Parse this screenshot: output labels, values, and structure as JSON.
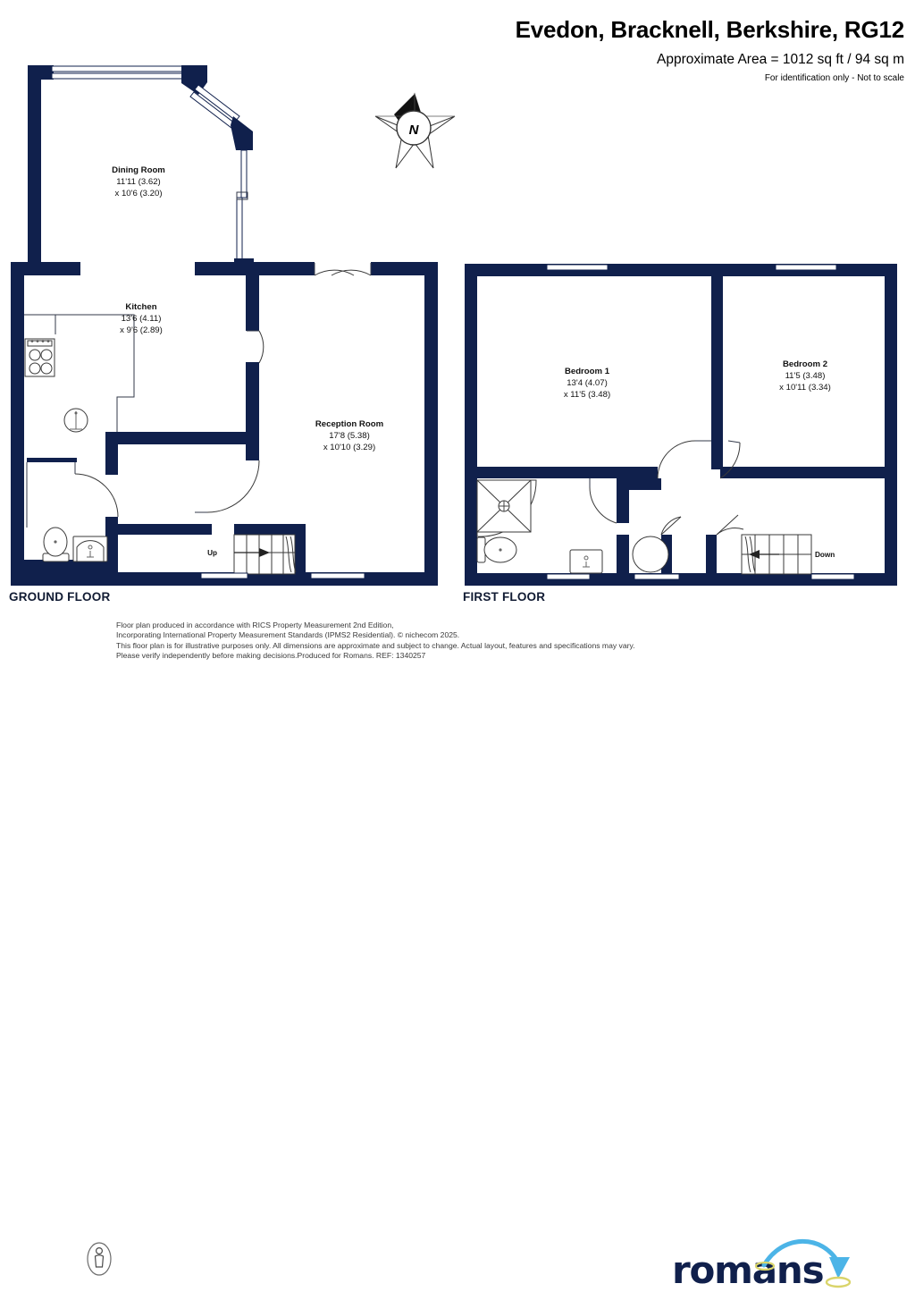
{
  "header": {
    "title": "Evedon, Bracknell, Berkshire, RG12",
    "area": "Approximate Area = 1012 sq ft / 94 sq m",
    "note": "For identification only - Not to scale"
  },
  "compass": {
    "label": "N"
  },
  "floors": [
    {
      "id": "ground",
      "caption": "GROUND FLOOR",
      "rooms": [
        {
          "name": "Dining Room",
          "dim1": "11'11 (3.62)",
          "dim2": "x 10'6 (3.20)"
        },
        {
          "name": "Kitchen",
          "dim1": "13'6 (4.11)",
          "dim2": "x 9'6 (2.89)"
        },
        {
          "name": "Reception Room",
          "dim1": "17'8 (5.38)",
          "dim2": "x 10'10 (3.29)"
        }
      ],
      "stair_label": "Up"
    },
    {
      "id": "first",
      "caption": "FIRST FLOOR",
      "rooms": [
        {
          "name": "Bedroom 1",
          "dim1": "13'4 (4.07)",
          "dim2": "x 11'5 (3.48)"
        },
        {
          "name": "Bedroom 2",
          "dim1": "11'5 (3.48)",
          "dim2": "x 10'11 (3.34)"
        }
      ],
      "stair_label": "Down"
    }
  ],
  "footer": {
    "lines": [
      "Floor plan produced in accordance with RICS Property Measurement 2nd Edition,",
      "Incorporating International Property Measurement Standards (IPMS2 Residential).    © nichecom 2025.",
      "This floor plan is for illustrative purposes only. All dimensions are approximate and subject to change. Actual layout, features and specifications may vary.",
      "Please verify independently before making decisions.Produced for Romans.   REF:  1340257"
    ],
    "logo_text": "romans"
  },
  "colors": {
    "wall": "#10204c",
    "logo_navy": "#10204c",
    "logo_blue": "#4cb4e7",
    "logo_gold": "#e8e26a",
    "text": "#000000"
  }
}
